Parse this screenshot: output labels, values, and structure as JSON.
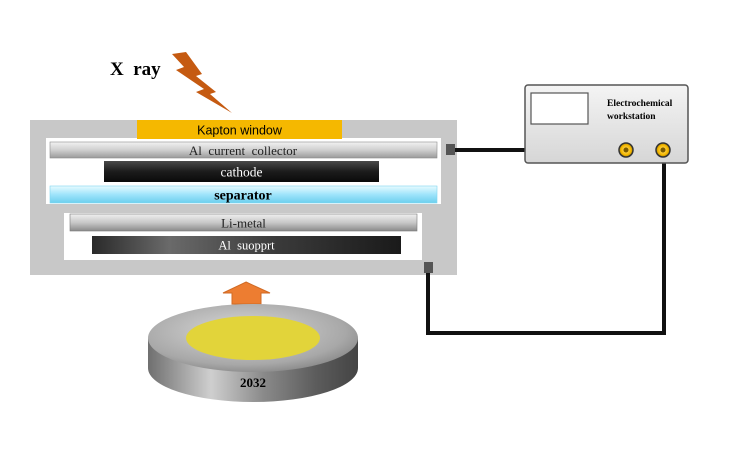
{
  "xray_label": "X  ray",
  "layers": {
    "kapton_window": "Kapton window",
    "al_current_collector": "Al  current  collector",
    "cathode": "cathode",
    "separator": "separator",
    "li_metal": "Li-metal",
    "al_support": "Al  suopprt"
  },
  "workstation": {
    "line1": "Electrochemical",
    "line2": "workstation"
  },
  "coin_cell_label": "2032",
  "colors": {
    "kapton": "#f5b800",
    "arrow": "#ed7d31",
    "lightning": "#c55a11",
    "coin_top": "#e2d43a",
    "terminal": "#f5b800",
    "separator": "#bfefff"
  }
}
